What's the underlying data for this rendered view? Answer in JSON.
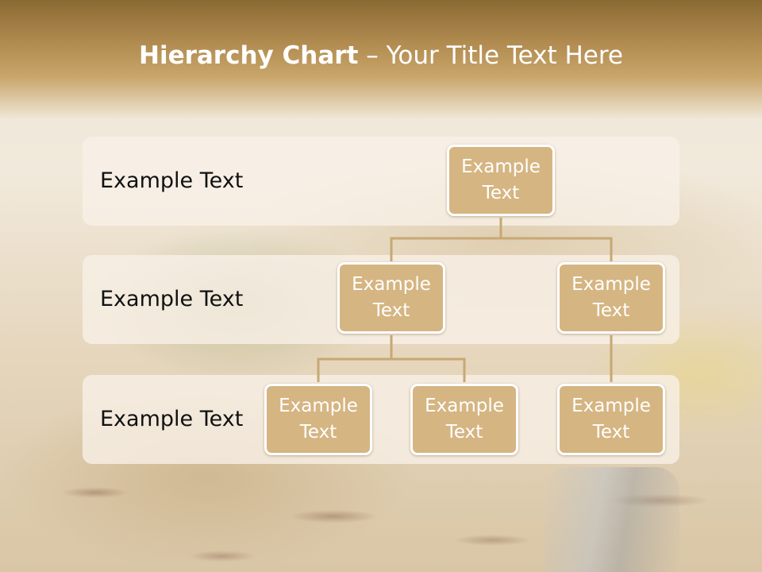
{
  "slide": {
    "title_bold": "Hierarchy Chart",
    "title_sep": " – ",
    "title_rest": "Your Title Text Here"
  },
  "levels": [
    {
      "label": "Example Text"
    },
    {
      "label": "Example Text"
    },
    {
      "label": "Example Text"
    }
  ],
  "nodes": {
    "root": "Example Text",
    "level2_left": "Example Text",
    "level2_right": "Example Text",
    "level3_a": "Example Text",
    "level3_b": "Example Text",
    "level3_c": "Example Text"
  },
  "colors": {
    "header": "#b08a4f",
    "node_fill": "#d5b582",
    "node_border": "#ffffff",
    "connector": "#c7a874"
  }
}
